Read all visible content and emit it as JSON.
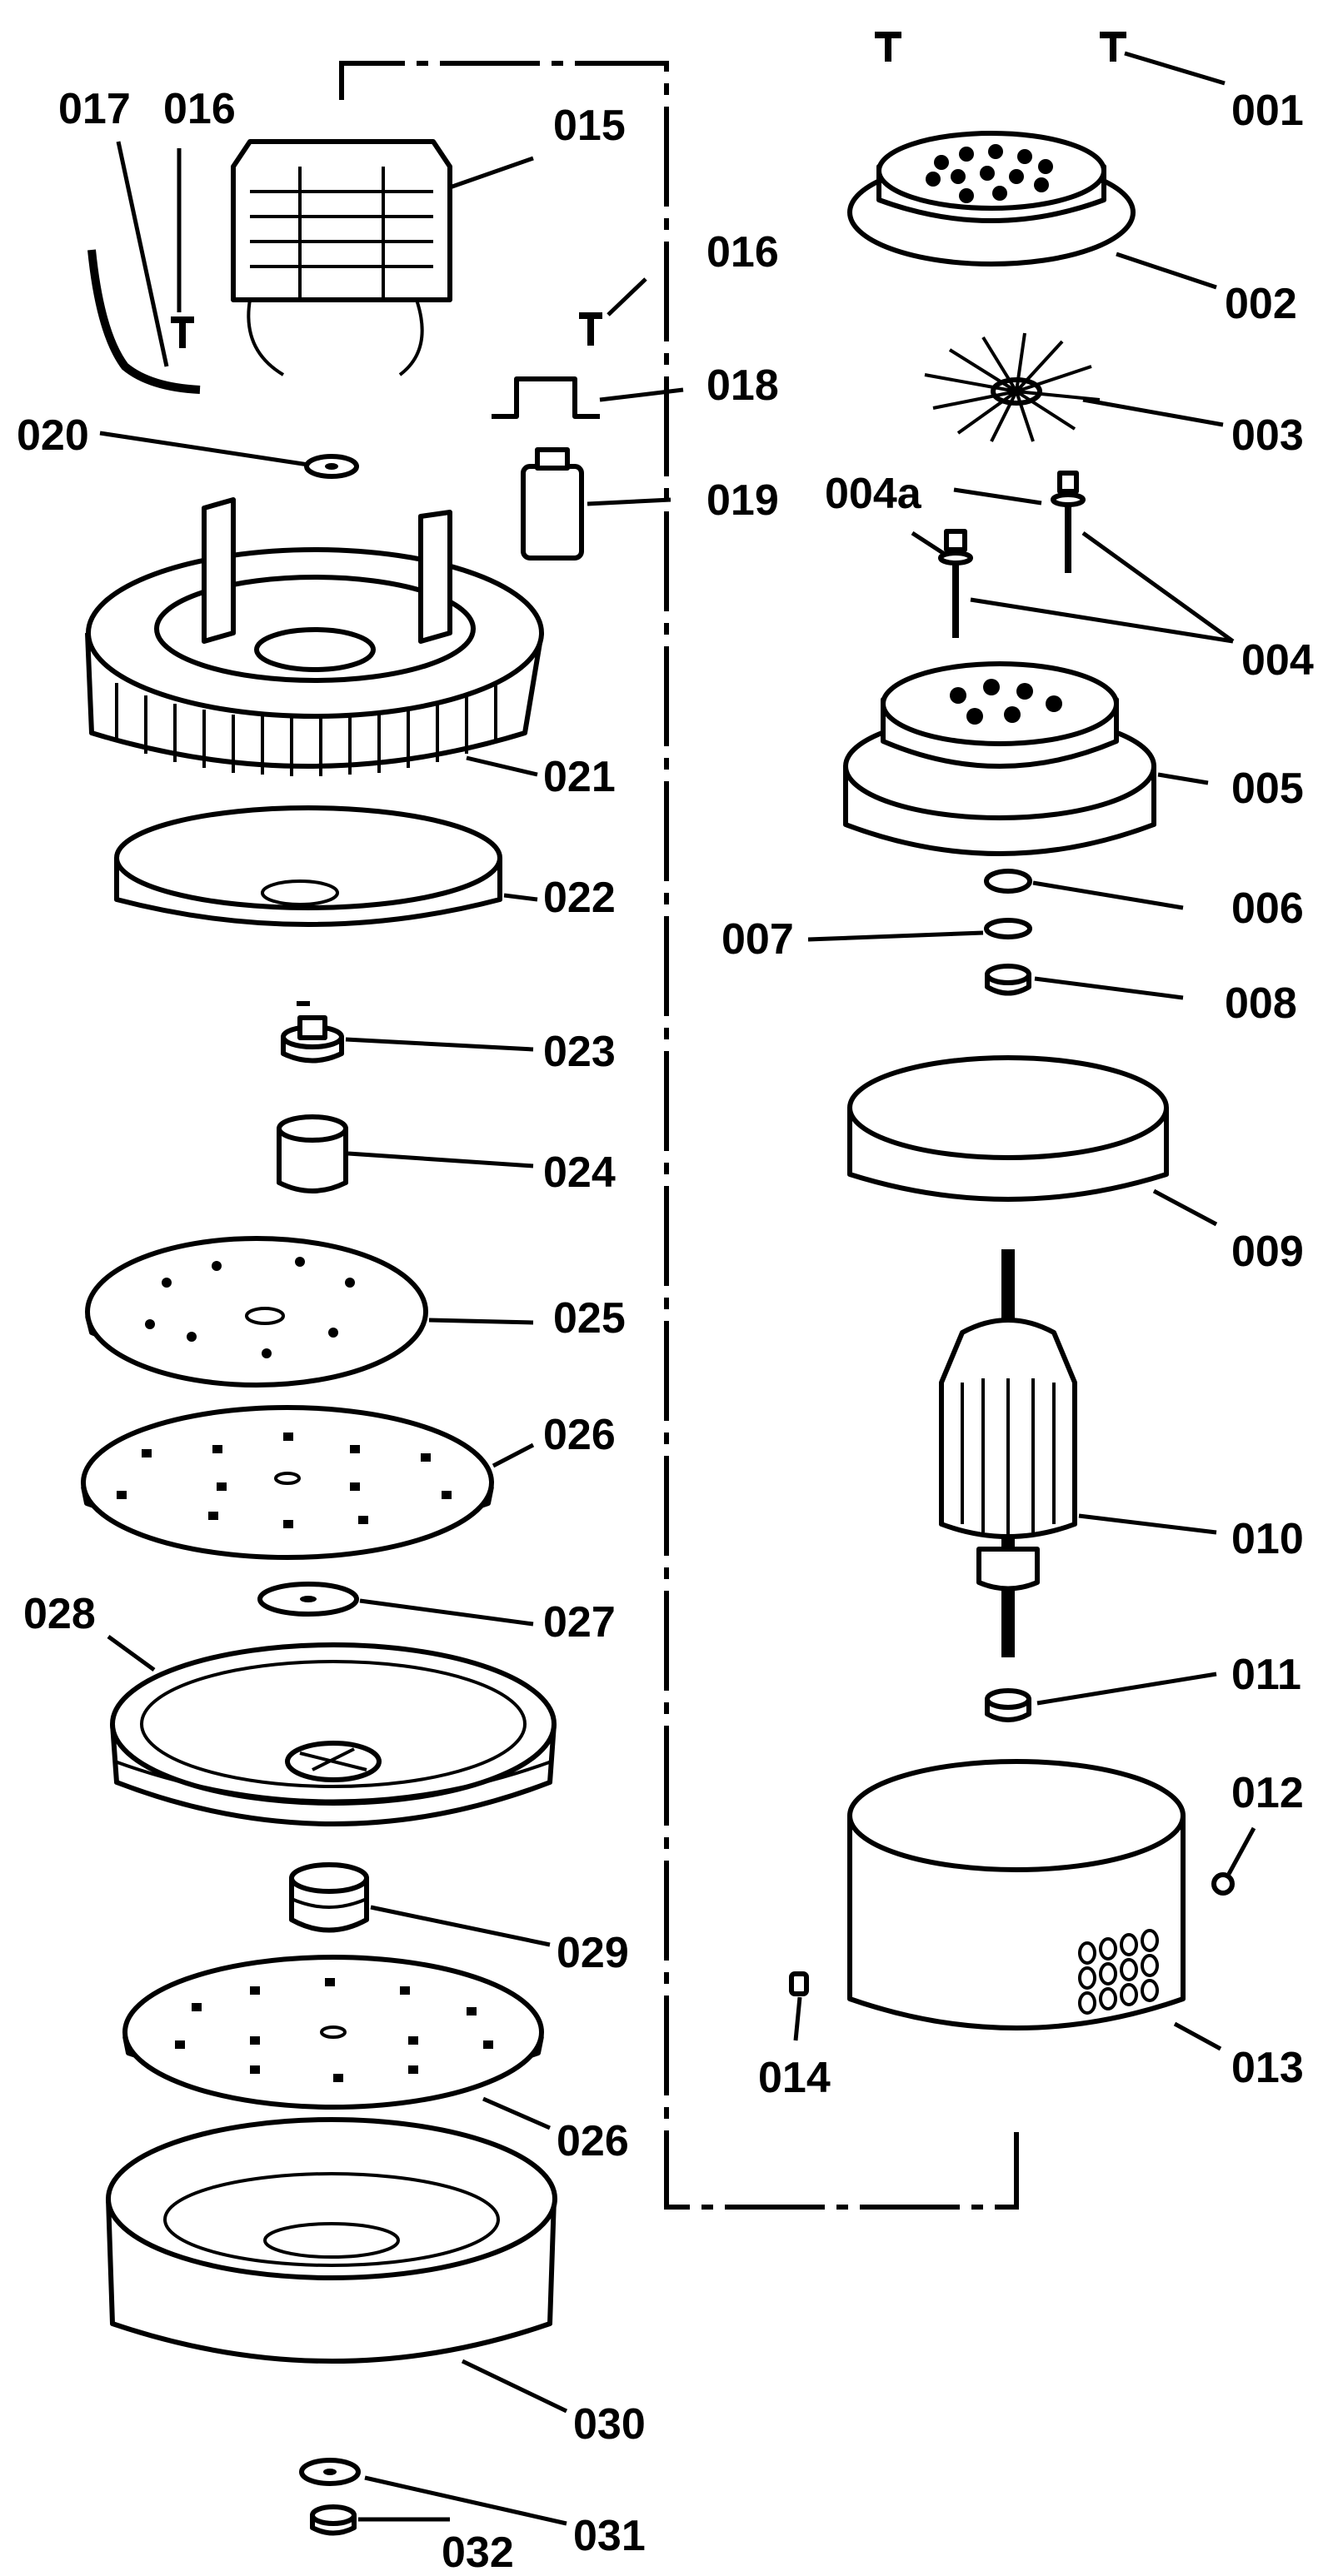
{
  "diagram_title": "",
  "callouts": {
    "c001": "001",
    "c002": "002",
    "c003": "003",
    "c004a": "004a",
    "c004": "004",
    "c005": "005",
    "c006": "006",
    "c007": "007",
    "c008": "008",
    "c009": "009",
    "c010": "010",
    "c011": "011",
    "c012": "012",
    "c013": "013",
    "c014": "014",
    "c015": "015",
    "c016a": "016",
    "c016b": "016",
    "c017": "017",
    "c018": "018",
    "c019": "019",
    "c020": "020",
    "c021": "021",
    "c022": "022",
    "c023": "023",
    "c024": "024",
    "c025": "025",
    "c026a": "026",
    "c026b": "026",
    "c027": "027",
    "c028": "028",
    "c029": "029",
    "c030": "030",
    "c031": "031",
    "c032": "032"
  },
  "colors": {
    "ink": "#000000",
    "paper": "#ffffff"
  }
}
